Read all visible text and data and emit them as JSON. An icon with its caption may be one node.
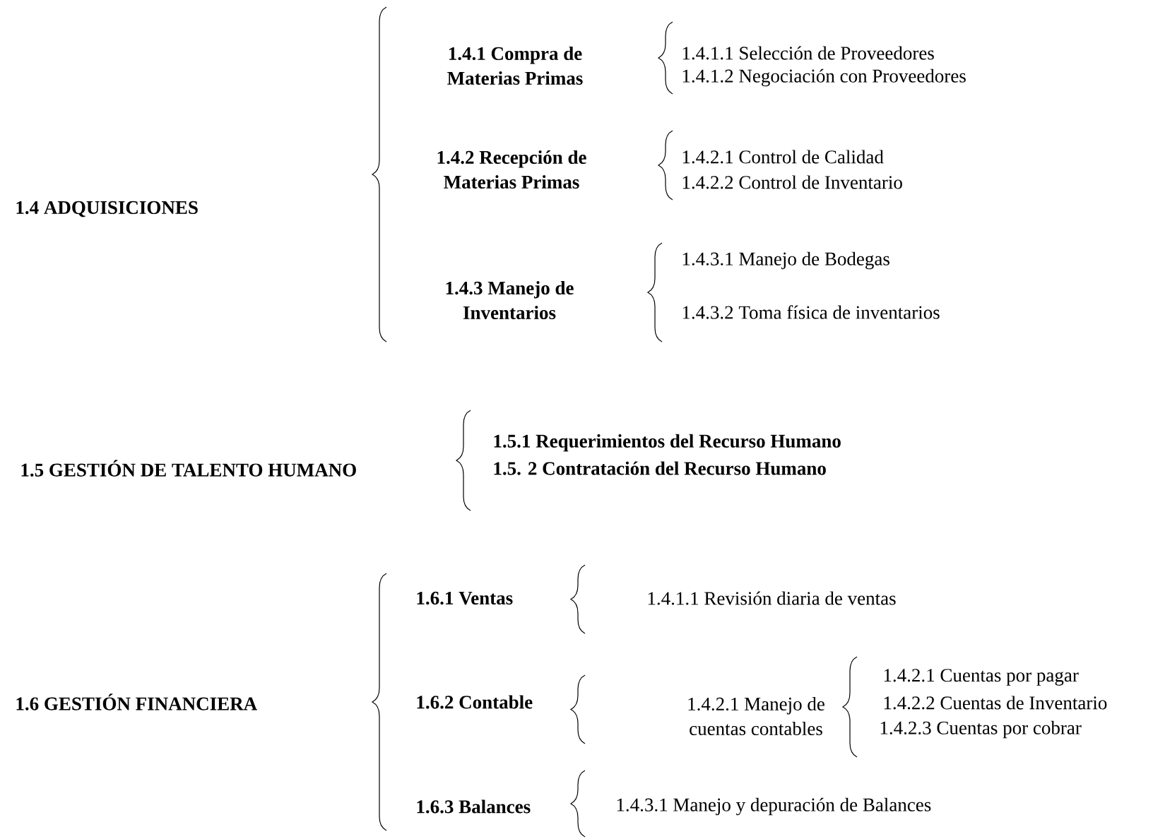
{
  "diagram": {
    "nodes": [
      {
        "text": [
          "1.4 ADQUISICIONES"
        ]
      },
      {
        "text": [
          "1.4.1 Compra de Materias Primas"
        ]
      },
      {
        "text": [
          "1.4.1.1 Selección de Proveedores"
        ]
      },
      {
        "text": [
          "1.4.1.2 Negociación con Proveedores"
        ]
      },
      {
        "text": [
          "1.4.2 Recepción de Materias Primas"
        ]
      },
      {
        "text": [
          "1.4.2.1 Control de Calidad"
        ]
      },
      {
        "text": [
          "1.4.2.2 Control de Inventario"
        ]
      },
      {
        "text": [
          "1.4.3 Manejo de Inventarios"
        ]
      },
      {
        "text": [
          "1.4.3.1 Manejo de Bodegas"
        ]
      },
      {
        "text": [
          "1.4.3.2 Toma física de inventarios"
        ]
      },
      {
        "text": [
          "1.5 GESTIÓN DE TALENTO HUMANO"
        ]
      },
      {
        "text": [
          "1.5.1 Requerimientos del Recurso Humano"
        ]
      },
      {
        "text": [
          "1.5. 2 Contratación del Recurso Humano"
        ]
      },
      {
        "text": [
          "1.6 GESTIÓN FINANCIERA"
        ]
      },
      {
        "text": [
          "1.6.1 Ventas"
        ]
      },
      {
        "text": [
          "1.4.1.1 Revisión diaria de ventas"
        ]
      },
      {
        "text": [
          "1.6.2 Contable"
        ]
      },
      {
        "text": [
          "1.4.2.1 Manejo de cuentas contables"
        ]
      },
      {
        "text": [
          "1.4.2.1 Cuentas por pagar"
        ]
      },
      {
        "text": [
          "1.4.2.2 Cuentas de Inventario"
        ]
      },
      {
        "text": [
          "1.4.2.3 Cuentas por cobrar"
        ]
      },
      {
        "text": [
          "1.6.3 Balances"
        ]
      },
      {
        "text": [
          "1.4.3.1 Manejo y depuración de Balances"
        ]
      }
    ]
  }
}
